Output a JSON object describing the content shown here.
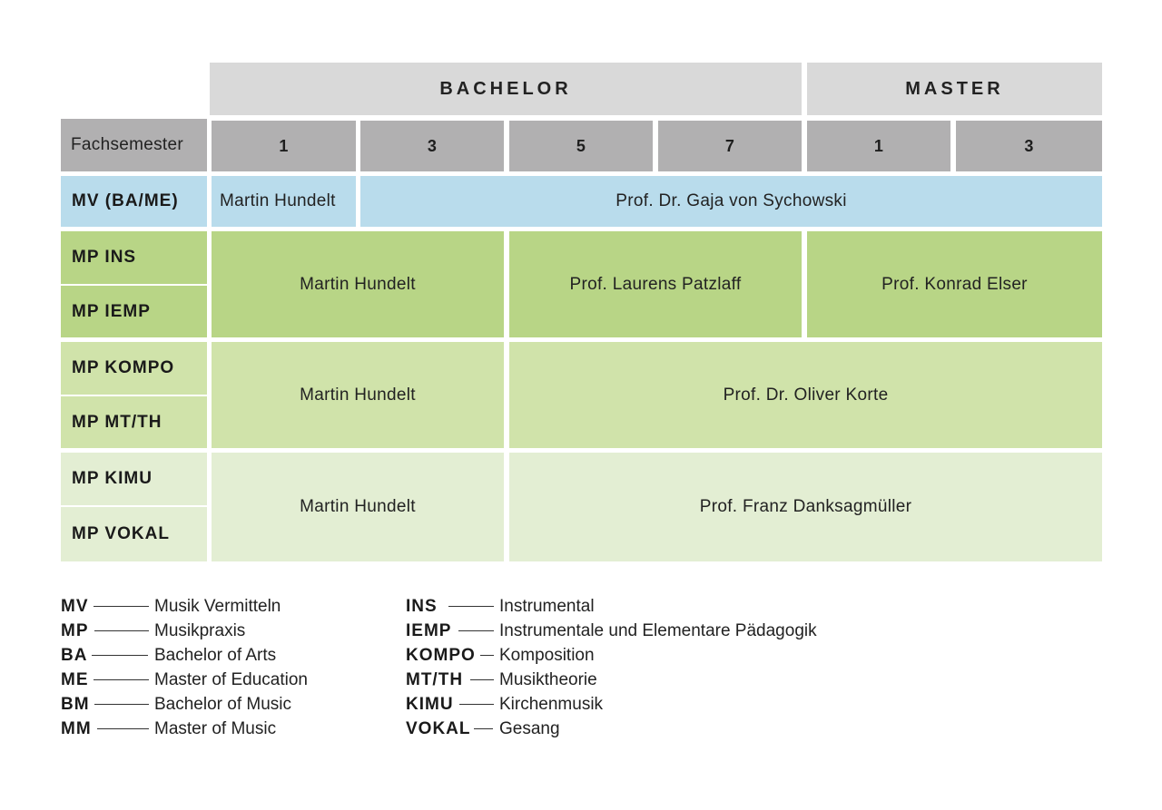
{
  "header": {
    "bachelor": "BACHELOR",
    "master": "MASTER",
    "semester_label": "Fachsemester",
    "semesters": [
      "1",
      "3",
      "5",
      "7",
      "1",
      "3"
    ]
  },
  "rows": {
    "mv": {
      "label": "MV (BA/ME)",
      "cells": [
        "Martin Hundelt",
        "Prof. Dr. Gaja von Sychowski"
      ]
    },
    "group1": {
      "labels": [
        "MP INS",
        "MP IEMP"
      ],
      "cells": [
        "Martin Hundelt",
        "Prof. Laurens Patzlaff",
        "Prof. Konrad Elser"
      ]
    },
    "group2": {
      "labels": [
        "MP KOMPO",
        "MP MT/TH"
      ],
      "cells": [
        "Martin Hundelt",
        "Prof. Dr. Oliver Korte"
      ]
    },
    "group3": {
      "labels": [
        "MP KIMU",
        "MP VOKAL"
      ],
      "cells": [
        "Martin Hundelt",
        "Prof. Franz Danksagmüller"
      ]
    }
  },
  "legend": {
    "left": [
      {
        "abbr": "MV",
        "text": "Musik Vermitteln"
      },
      {
        "abbr": "MP",
        "text": "Musikpraxis"
      },
      {
        "abbr": "BA",
        "text": "Bachelor of Arts"
      },
      {
        "abbr": "ME",
        "text": "Master of Education"
      },
      {
        "abbr": "BM",
        "text": "Bachelor of Music"
      },
      {
        "abbr": "MM",
        "text": "Master of Music"
      }
    ],
    "right": [
      {
        "abbr": "INS",
        "text": "Instrumental"
      },
      {
        "abbr": "IEMP",
        "text": "Instrumentale und Elementare Pädagogik"
      },
      {
        "abbr": "KOMPO",
        "text": "Komposition"
      },
      {
        "abbr": "MT/TH",
        "text": "Musiktheorie"
      },
      {
        "abbr": "KIMU",
        "text": "Kirchenmusik"
      },
      {
        "abbr": "VOKAL",
        "text": "Gesang"
      }
    ]
  },
  "colors": {
    "header_group": "#d9d9d9",
    "header_semester": "#b1b0b1",
    "mv_row": "#b9dcec",
    "green_dark": "#b8d586",
    "green_mid": "#d0e3aa",
    "green_light": "#e3eed3"
  }
}
